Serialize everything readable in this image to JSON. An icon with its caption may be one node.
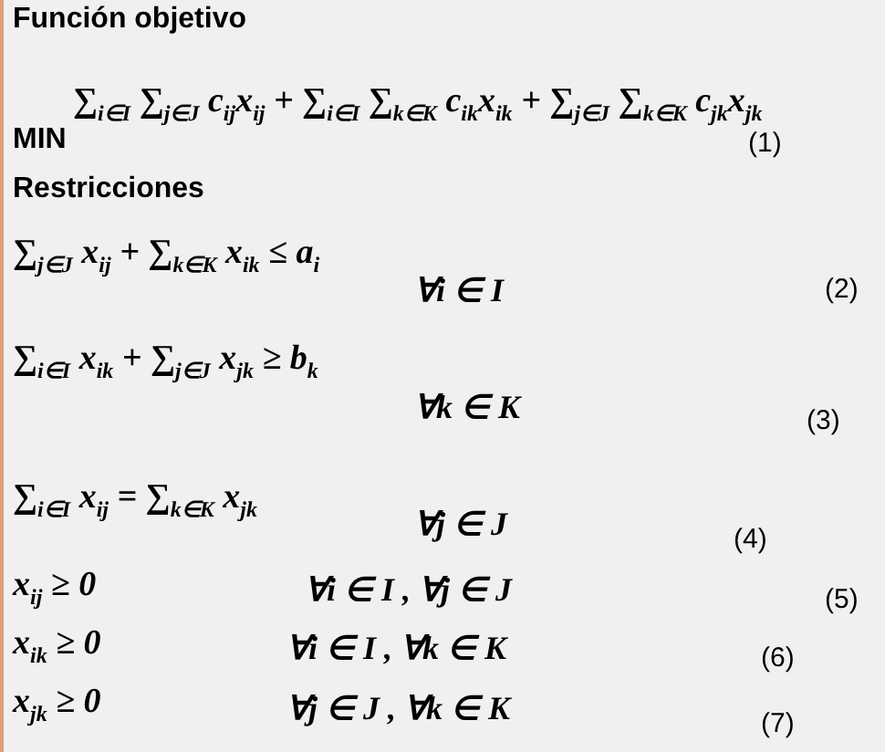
{
  "diagram": {
    "labels": [
      "Función objetivo",
      "MIN",
      "∑$_{i∈I}$ ∑$_{j∈J}$ c$_{ij}$x$_{ij}$ + ∑$_{i∈I}$ ∑$_{k∈K}$ c$_{ik}$x$_{ik}$ + ∑$_{j∈J}$ ∑$_{k∈K}$ c$_{jk}$x$_{jk}$",
      "(1)",
      "Restricciones",
      "∑$_{j∈J}$ x$_{ij}$ + ∑$_{k∈K}$ x$_{ik}$ ≤ a$_{i}$",
      "∀i ∈ I",
      "(2)",
      "∑$_{i∈I}$ x$_{ik}$ + ∑$_{j∈J}$ x$_{jk}$ ≥ b$_{k}$",
      "∀k ∈ K",
      "(3)",
      "∑$_{i∈I}$ x$_{ij}$ = ∑$_{k∈K}$ x$_{jk}$",
      "∀j ∈ J",
      "(4)",
      "x$_{ij}$ ≥ 0",
      "∀i ∈ I , ∀j ∈ J",
      "(5)",
      "x$_{ik}$ ≥ 0",
      "∀i ∈ I , ∀k ∈ K",
      "(6)",
      "x$_{jk}$ ≥ 0",
      "∀j ∈ J , ∀k ∈ K",
      "(7)"
    ]
  }
}
